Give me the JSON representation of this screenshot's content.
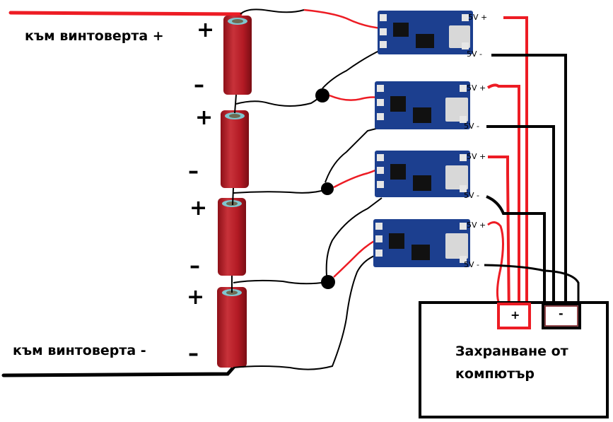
{
  "labels": {
    "drill_plus": "към винтоверта +",
    "drill_minus": "към винтоверта -",
    "power_source_line1": "Захранване от",
    "power_source_line2": "компютър"
  },
  "cells": [
    {
      "top_polarity": "+",
      "bottom_polarity": "–"
    },
    {
      "top_polarity": "+",
      "bottom_polarity": "–"
    },
    {
      "top_polarity": "+",
      "bottom_polarity": "–"
    },
    {
      "top_polarity": "+",
      "bottom_polarity": "–"
    }
  ],
  "modules": [
    {
      "out_plus": "5V  +",
      "out_minus": "5V  -"
    },
    {
      "out_plus": "5V  +",
      "out_minus": "5V  -"
    },
    {
      "out_plus": "5V  +",
      "out_minus": "5V  -"
    },
    {
      "out_plus": "5V  +",
      "out_minus": "5V  -"
    }
  ],
  "power_box": {
    "plus_terminal": "+",
    "minus_terminal": "-"
  },
  "colors": {
    "positive_wire": "#ed1c24",
    "negative_wire": "#000000",
    "cell_body": "#b31a24",
    "module_pcb": "#1c3f8f"
  }
}
